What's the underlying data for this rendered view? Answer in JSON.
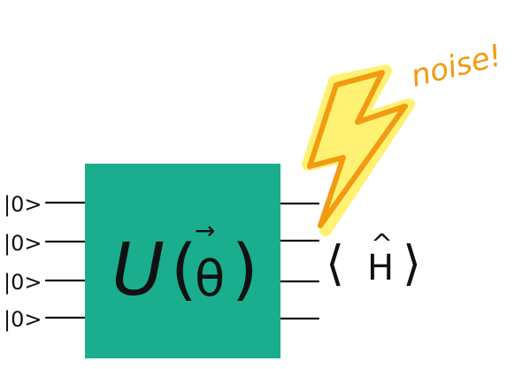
{
  "inputs": [
    {
      "label": "|0>"
    },
    {
      "label": "|0>"
    },
    {
      "label": "|0>"
    },
    {
      "label": "|0>"
    }
  ],
  "gate": {
    "label_main": "U",
    "label_open": "(",
    "label_param": "θ",
    "label_arrow": "→",
    "label_close": ")",
    "fill_color": "#1aae8f"
  },
  "observable": {
    "open": "⟨",
    "operator": "H",
    "hat": "^",
    "close": "⟩"
  },
  "noise": {
    "text": "noise!",
    "bolt_color": "#f29a12",
    "highlight_color": "#fff16a",
    "icon": "lightning-bolt-icon"
  }
}
